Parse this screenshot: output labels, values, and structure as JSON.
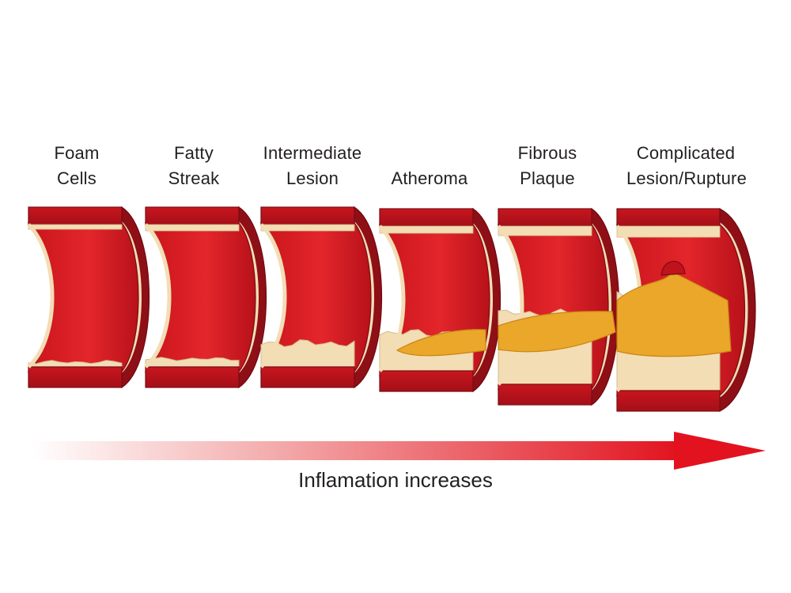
{
  "stages": [
    {
      "id": "foam-cells",
      "line1": "Foam",
      "line2": "Cells"
    },
    {
      "id": "fatty-streak",
      "line1": "Fatty",
      "line2": "Streak"
    },
    {
      "id": "intermediate-lesion",
      "line1": "Intermediate",
      "line2": "Lesion"
    },
    {
      "id": "atheroma",
      "line1": "",
      "line2": "Atheroma"
    },
    {
      "id": "fibrous-plaque",
      "line1": "Fibrous",
      "line2": "Plaque"
    },
    {
      "id": "complicated-lesion",
      "line1": "Complicated",
      "line2": "Lesion/Rupture"
    }
  ],
  "arrow": {
    "caption": "Inflamation increases",
    "color": "#e2131f"
  },
  "colors": {
    "vessel_outer": "#b3121d",
    "vessel_mid": "#d21a22",
    "vessel_lumen": "#e0242a",
    "vessel_dark": "#8f0f17",
    "intima": "#f3ddb4",
    "intima_edge": "#d6b98a",
    "lipid_core": "#eaa72a",
    "lipid_core_dark": "#c98514"
  }
}
